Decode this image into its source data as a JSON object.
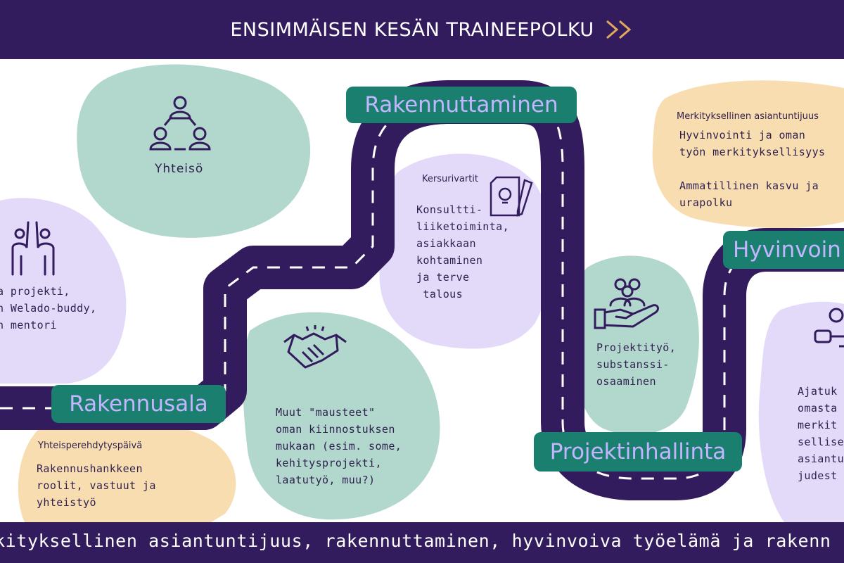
{
  "title": "ENSIMMÄISEN KESÄN TRAINEEPOLKU",
  "footer_text": "kityksellinen asiantuntijuus, rakennuttaminen, hyvinvoiva työelämä ja rakenn",
  "colors": {
    "dark": "#331c5e",
    "teal": "#1a7f6e",
    "lavender": "#c3b5ff",
    "mint": "#b2d8cd",
    "peach": "#f8ddb0",
    "lilac": "#e3dafa",
    "gold": "#e0a85a"
  },
  "stages": {
    "rakennusala": "Rakennusala",
    "rakennuttaminen": "Rakennuttaminen",
    "projektinhallinta": "Projektinhallinta",
    "hyvinvointi": "Hyvinvoin"
  },
  "yhteiso": {
    "label": "Yhteisö",
    "icon": "community-icon"
  },
  "mentors": {
    "text": "a projekti,\nn Welado-buddy,\nn mentori",
    "icon": "people-high-five-icon"
  },
  "perehdytys": {
    "heading": "Yhteisperehdytyspäivä",
    "text": "Rakennushankkeen\nroolit, vastuut ja\nyhteistyö"
  },
  "mausteet": {
    "text": "Muut \"mausteet\"\noman kiinnostuksen\nmukaan (esim. some,\nkehitysprojekti,\nlaatutyö, muu?)",
    "icon": "handshake-icon"
  },
  "kersurivartit": {
    "heading": "Kersurivartit",
    "text": "Konsultti-\nliiketoiminta,\nasiakkaan\nkohtaminen\nja terve\n talous",
    "icon": "idea-document-icon"
  },
  "projektityo": {
    "text": "Projektityö,\nsubstanssi-\nosaaminen",
    "icon": "team-in-hand-icon"
  },
  "merkityksellinen": {
    "heading": "Merkityksellinen asiantuntijuus",
    "text": "Hyvinvointi ja oman\ntyön merkityksellisyys\n\nAmmatillinen kasvu ja\nurapolku"
  },
  "ajatuk": {
    "text": "Ajatuk\nomasta\nmerkit\nsellise\nasiantu\njudest",
    "icon": "idea-person-icon"
  }
}
